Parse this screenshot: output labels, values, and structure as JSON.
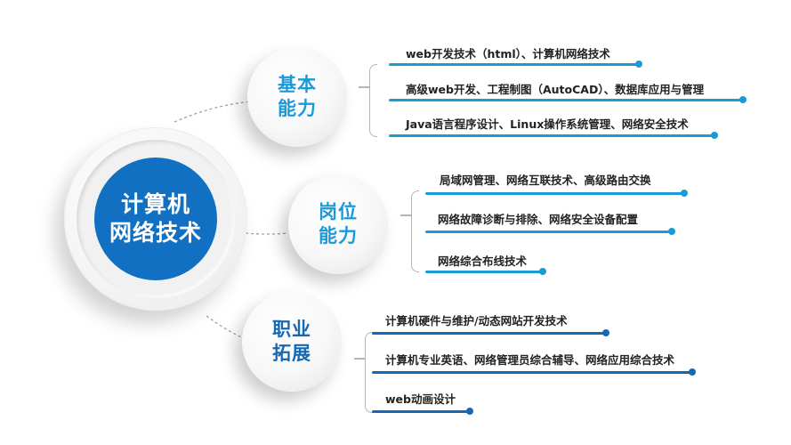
{
  "center": {
    "line1": "计算机",
    "line2": "网络技术",
    "color": "#1170c2"
  },
  "groups": [
    {
      "title_line1": "基本",
      "title_line2": "能力",
      "title_color": "#1a9ad8",
      "line_color": "#1b9ad6",
      "items": [
        "web开发技术（html）、计算机网络技术",
        "高级web开发、工程制图（AutoCAD）、数据库应用与管理",
        "Java语言程序设计、Linux操作系统管理、网络安全技术"
      ]
    },
    {
      "title_line1": "岗位",
      "title_line2": "能力",
      "title_color": "#1a9ad8",
      "line_color": "#1b9ad6",
      "items": [
        "局域网管理、网络互联技术、高级路由交换",
        "网络故障诊断与排除、网络安全设备配置",
        "网络综合布线技术"
      ]
    },
    {
      "title_line1": "职业",
      "title_line2": "拓展",
      "title_color": "#1568b4",
      "line_color": "#1568b4",
      "items": [
        "计算机硬件与维护/动态网站开发技术",
        "计算机专业英语、网络管理员综合辅导、网络应用综合技术",
        "web动画设计"
      ]
    }
  ]
}
